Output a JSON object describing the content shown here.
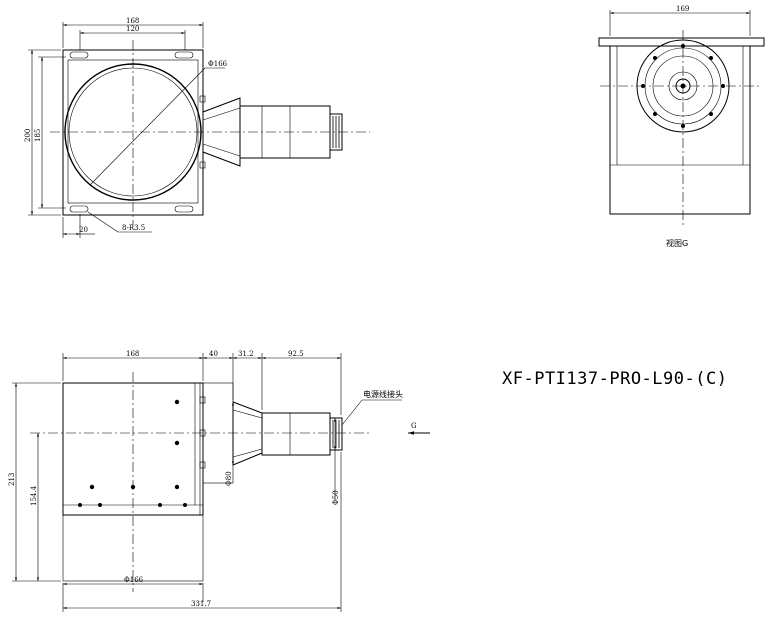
{
  "model_title": "XF-PTI137-PRO-L90-(C)",
  "view_label": "视图G",
  "connector_label": "电源线接头",
  "view_arrow_letter": "G",
  "top_view": {
    "width_outer": "168",
    "width_inner": "120",
    "diameter": "Φ166",
    "height_outer": "200",
    "height_inner": "185",
    "offset": "20",
    "slots": "8-R3.5"
  },
  "end_view": {
    "width": "169"
  },
  "side_view": {
    "body_width": "168",
    "seg1": "40",
    "seg2": "31.2",
    "seg3": "92.5",
    "height": "213",
    "center_height": "154.4",
    "dia_cone": "Φ80",
    "dia_tube": "Φ50",
    "bottom_dia": "Φ166",
    "total_length": "331.7"
  }
}
